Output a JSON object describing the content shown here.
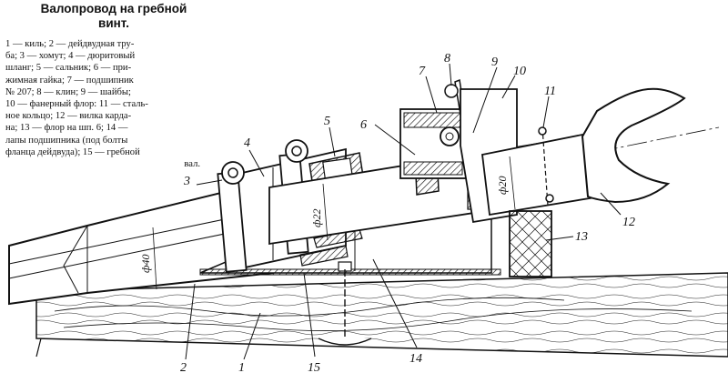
{
  "title": {
    "line1": "Валопровод на гребной",
    "line2": "винт."
  },
  "legend_lines": [
    "1 — киль; 2 — дейдвудная тру-",
    "ба; 3 — хомут; 4 — дюритовый",
    "шланг; 5 — сальник; 6 — при-",
    "жимная гайка; 7 — подшипник",
    "№ 207; 8 — клин; 9 — шайбы;",
    "10 — фанерный флор: 11 — сталь-",
    "ное кольцо; 12 — вилка карда-",
    "на; 13 — флор на шп. 6; 14 —",
    "лапы подшипника (под болты",
    "фланца дейдвуда); 15 — гребной",
    "вал."
  ],
  "callouts": {
    "c1": "1",
    "c2": "2",
    "c3": "3",
    "c4": "4",
    "c5": "5",
    "c6": "6",
    "c7": "7",
    "c8": "8",
    "c9": "9",
    "c10": "10",
    "c11": "11",
    "c12": "12",
    "c13": "13",
    "c14": "14",
    "c15": "15"
  },
  "dimensions": {
    "d40": "ф40",
    "d22": "ф22",
    "d20": "ф20"
  }
}
